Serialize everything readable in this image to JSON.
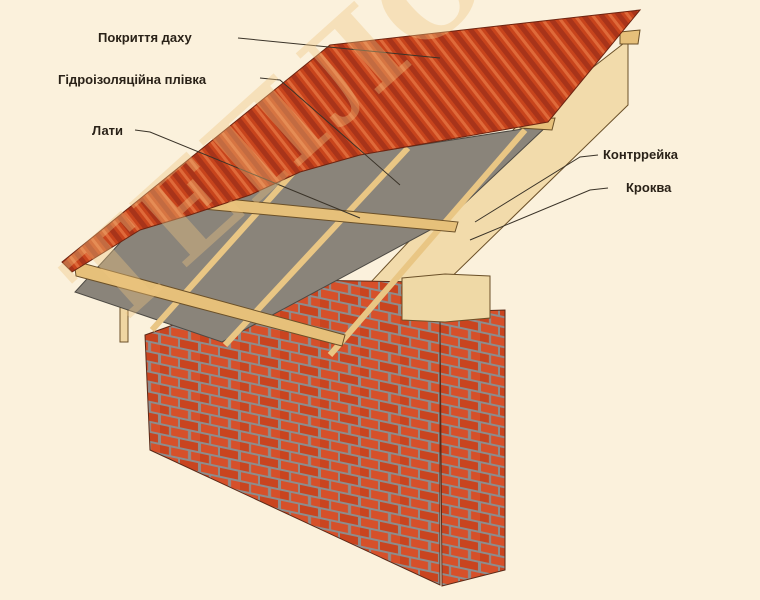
{
  "labels": {
    "roof_covering": "Покриття даху",
    "waterproof_membrane": "Гідроізоляційна плівка",
    "battens": "Лати",
    "counter_batten": "Контррейка",
    "rafter": "Кроква"
  },
  "watermark": "ТЕПЛОДОМ®",
  "colors": {
    "background": "#fbf1dc",
    "tile": "#c8441c",
    "membrane": "#8a847a",
    "wood": "#f0d6a2",
    "brick": "#d6502a"
  }
}
